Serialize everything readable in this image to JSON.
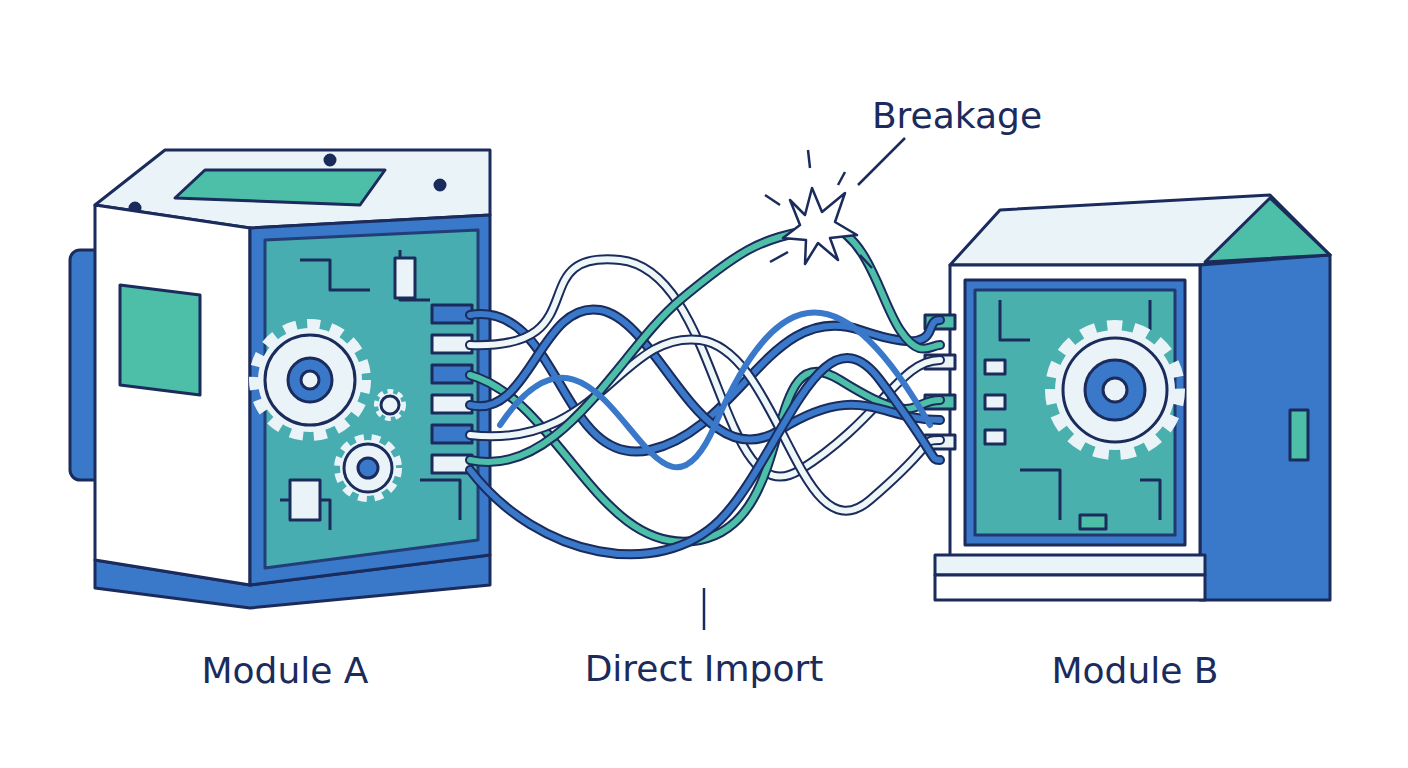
{
  "diagram": {
    "nodes": [
      {
        "text": [
          "Module A"
        ]
      },
      {
        "text": [
          "Module B"
        ]
      }
    ],
    "edges": [
      {
        "from": 0,
        "to": 1,
        "arrow": "none",
        "label": "Direct Import"
      }
    ],
    "labels": [
      "Breakage"
    ]
  }
}
